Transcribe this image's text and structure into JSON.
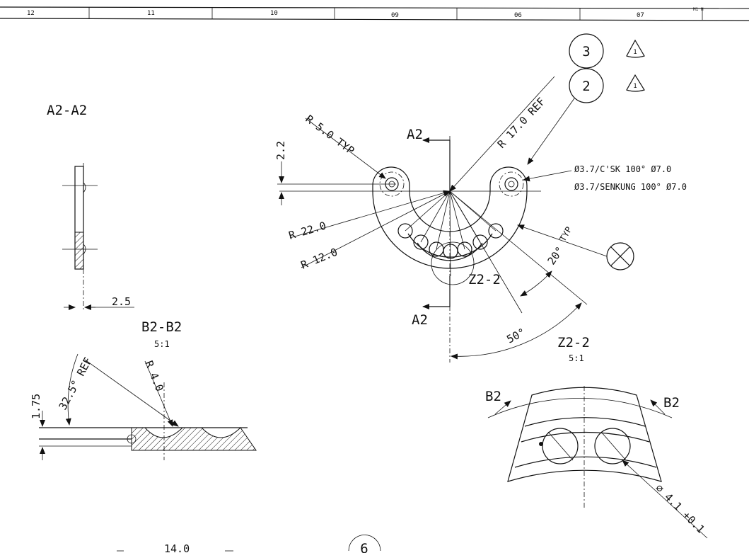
{
  "title_strip": {
    "zones": [
      "12",
      "11",
      "10",
      "09",
      "06",
      "07"
    ],
    "corner": "M1 M"
  },
  "balloons": {
    "b3": "3",
    "b2": "2",
    "note_flag": "1",
    "page": "6"
  },
  "views": {
    "section_a2": "A2-A2",
    "section_b2": "B2-B2",
    "section_b2_scale": "5:1",
    "detail_z2": "Z2-2",
    "detail_z2_scale": "5:1",
    "marker_a2": "A2",
    "marker_b2": "B2",
    "detail_callout": "Z2-2"
  },
  "dimensions": {
    "r5_typ": "R 5.0 TYP",
    "r17_ref": "R 17.0 REF",
    "r22": "R 22.0",
    "r12": "R 12.0",
    "d2_2": "2.2",
    "typ": "TYP",
    "ang20": "20°",
    "ang50": "50°",
    "d2_5": "2.5",
    "d1_75": "1.75",
    "ang32": "32.5° REF",
    "r4": "R 4.0",
    "dia41": "⌀ 4.1 +0.1",
    "d14": "14.0"
  },
  "notes": {
    "hole_en": "Ø3.7/C'SK 100° Ø7.0",
    "hole_de": "Ø3.7/SENKUNG 100° Ø7.0"
  }
}
